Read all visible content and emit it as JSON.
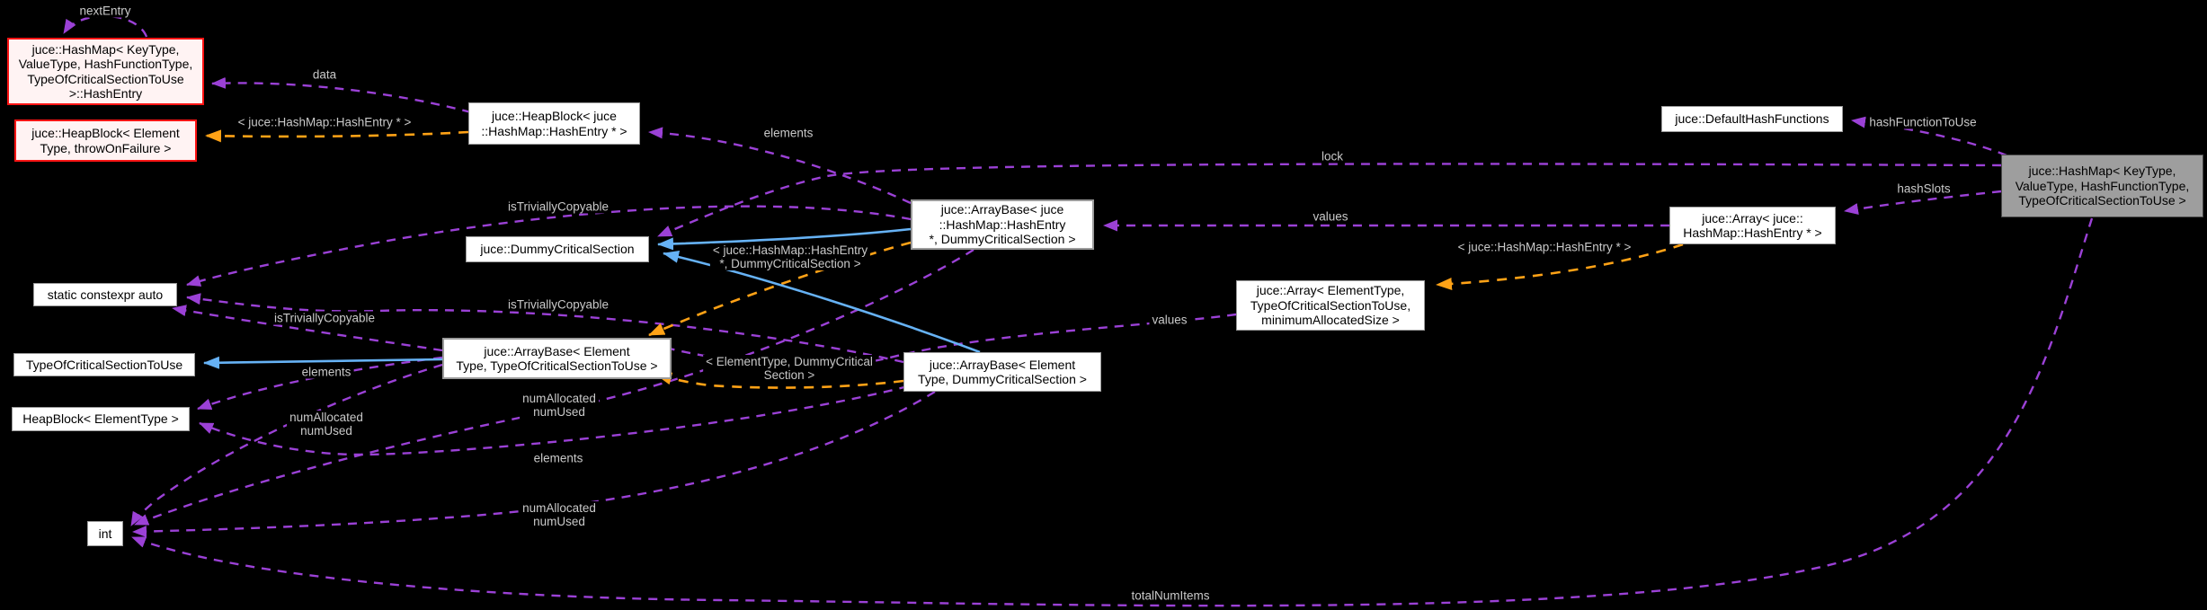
{
  "colors": {
    "background": "#000000",
    "member_edge": "#9b41d6",
    "template_edge": "#ffa216",
    "inheritance_edge": "#66b2f5",
    "label_text": "#c9c9c9",
    "box_bg": "#ffffff",
    "box_border": "#9b9b9b",
    "highlight_bg": "#9e9e9e",
    "highlight_border": "#4a4a4a",
    "red_border": "#ff1414",
    "red_bg": "#fff3f3",
    "text": "#000000"
  },
  "nodes": {
    "hashentry": {
      "label": "juce::HashMap< KeyType,\nValueType, HashFunctionType,\nTypeOfCriticalSectionToUse\n>::HashEntry"
    },
    "heapblock_throw": {
      "label": "juce::HeapBlock< Element\nType, throwOnFailure >"
    },
    "heapblock_he": {
      "label": "juce::HeapBlock< juce\n::HashMap::HashEntry * >"
    },
    "default_hash": {
      "label": "juce::DefaultHashFunctions"
    },
    "hashmap_main": {
      "label": "juce::HashMap< KeyType,\nValueType, HashFunctionType,\nTypeOfCriticalSectionToUse >"
    },
    "arraybase_he": {
      "label": "juce::ArrayBase< juce\n::HashMap::HashEntry\n*, DummyCriticalSection >"
    },
    "array_he": {
      "label": "juce::Array< juce::\nHashMap::HashEntry * >"
    },
    "dummycs": {
      "label": "juce::DummyCriticalSection"
    },
    "static_auto": {
      "label": "static constexpr auto"
    },
    "array_e": {
      "label": "juce::Array< ElementType,\nTypeOfCriticalSectionToUse,\nminimumAllocatedSize >"
    },
    "tocstu": {
      "label": "TypeOfCriticalSectionToUse"
    },
    "arraybase_e_tocstu": {
      "label": "juce::ArrayBase< Element\nType, TypeOfCriticalSectionToUse >"
    },
    "arraybase_e_dcs": {
      "label": "juce::ArrayBase< Element\nType, DummyCriticalSection >"
    },
    "heapblock_e": {
      "label": "HeapBlock< ElementType >"
    },
    "int": {
      "label": "int"
    }
  },
  "edge_labels": {
    "nextentry": {
      "text": "nextEntry"
    },
    "data": {
      "text": "data"
    },
    "tmpl_he_left": {
      "text": "< juce::HashMap::HashEntry * >"
    },
    "elements_top": {
      "text": "elements"
    },
    "lock": {
      "text": "lock"
    },
    "values_top": {
      "text": "values"
    },
    "hashfunctiontouse": {
      "text": "hashFunctionToUse"
    },
    "hashslots": {
      "text": "hashSlots"
    },
    "tmpl_he_dcs": {
      "text": "< juce::HashMap::HashEntry\n*, DummyCriticalSection >"
    },
    "tmpl_he_right": {
      "text": "< juce::HashMap::HashEntry * >"
    },
    "istrivially_1": {
      "text": "isTriviallyCopyable"
    },
    "istrivially_2": {
      "text": "isTriviallyCopyable"
    },
    "istrivially_3": {
      "text": "isTriviallyCopyable"
    },
    "values_mid": {
      "text": "values"
    },
    "tmpl_e_dcs": {
      "text": "< ElementType, DummyCritical\nSection >"
    },
    "numalloc_1": {
      "text": "numAllocated\nnumUsed"
    },
    "numalloc_2": {
      "text": "numAllocated\nnumUsed"
    },
    "numalloc_3": {
      "text": "numAllocated\nnumUsed"
    },
    "elements_left": {
      "text": "elements"
    },
    "elements_bottom": {
      "text": "elements"
    },
    "totalnumitems": {
      "text": "totalNumItems"
    }
  }
}
